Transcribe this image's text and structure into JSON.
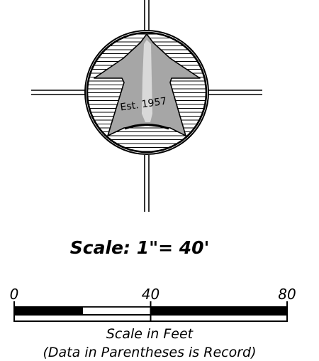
{
  "north_arrow": {
    "established_text": "Est. 1957",
    "colors": {
      "arrow_fill": "#a6a6a6",
      "arrow_highlight": "#d9d9d9",
      "ink": "#000000"
    },
    "icon": "north-arrow-icon"
  },
  "scale": {
    "title": "Scale:  1\"=  40'"
  },
  "scale_bar": {
    "ticks": [
      {
        "value": 0,
        "label": "0"
      },
      {
        "value": 40,
        "label": "40"
      },
      {
        "value": 80,
        "label": "80"
      }
    ],
    "min": 0,
    "max": 80,
    "segments": [
      {
        "from": 0,
        "to": 20,
        "fill": "#000000"
      },
      {
        "from": 20,
        "to": 40,
        "fill": "#ffffff"
      },
      {
        "from": 40,
        "to": 80,
        "fill": "#000000"
      }
    ],
    "units_caption": "Scale in Feet",
    "note": "(Data in Parentheses is Record)"
  }
}
